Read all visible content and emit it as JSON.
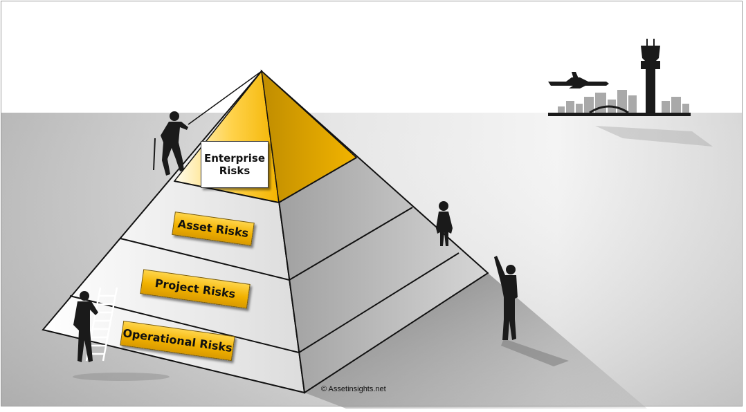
{
  "tiers": {
    "top": "Enterprise\nRisks",
    "second": "Asset Risks",
    "third": "Project Risks",
    "bottom": "Operational Risks"
  },
  "copyright": "© Assetinsights.net",
  "colors": {
    "gold": "#f2b200",
    "gold_dark": "#c89400",
    "floor": "#cfcfcf",
    "sky": "#ffffff",
    "silhouette": "#1a1a1a"
  },
  "icons": [
    "climber-icon",
    "ladder-worker-icon",
    "businesswoman-icon",
    "pointing-man-icon",
    "airplane-icon",
    "control-tower-icon",
    "city-skyline-icon"
  ]
}
